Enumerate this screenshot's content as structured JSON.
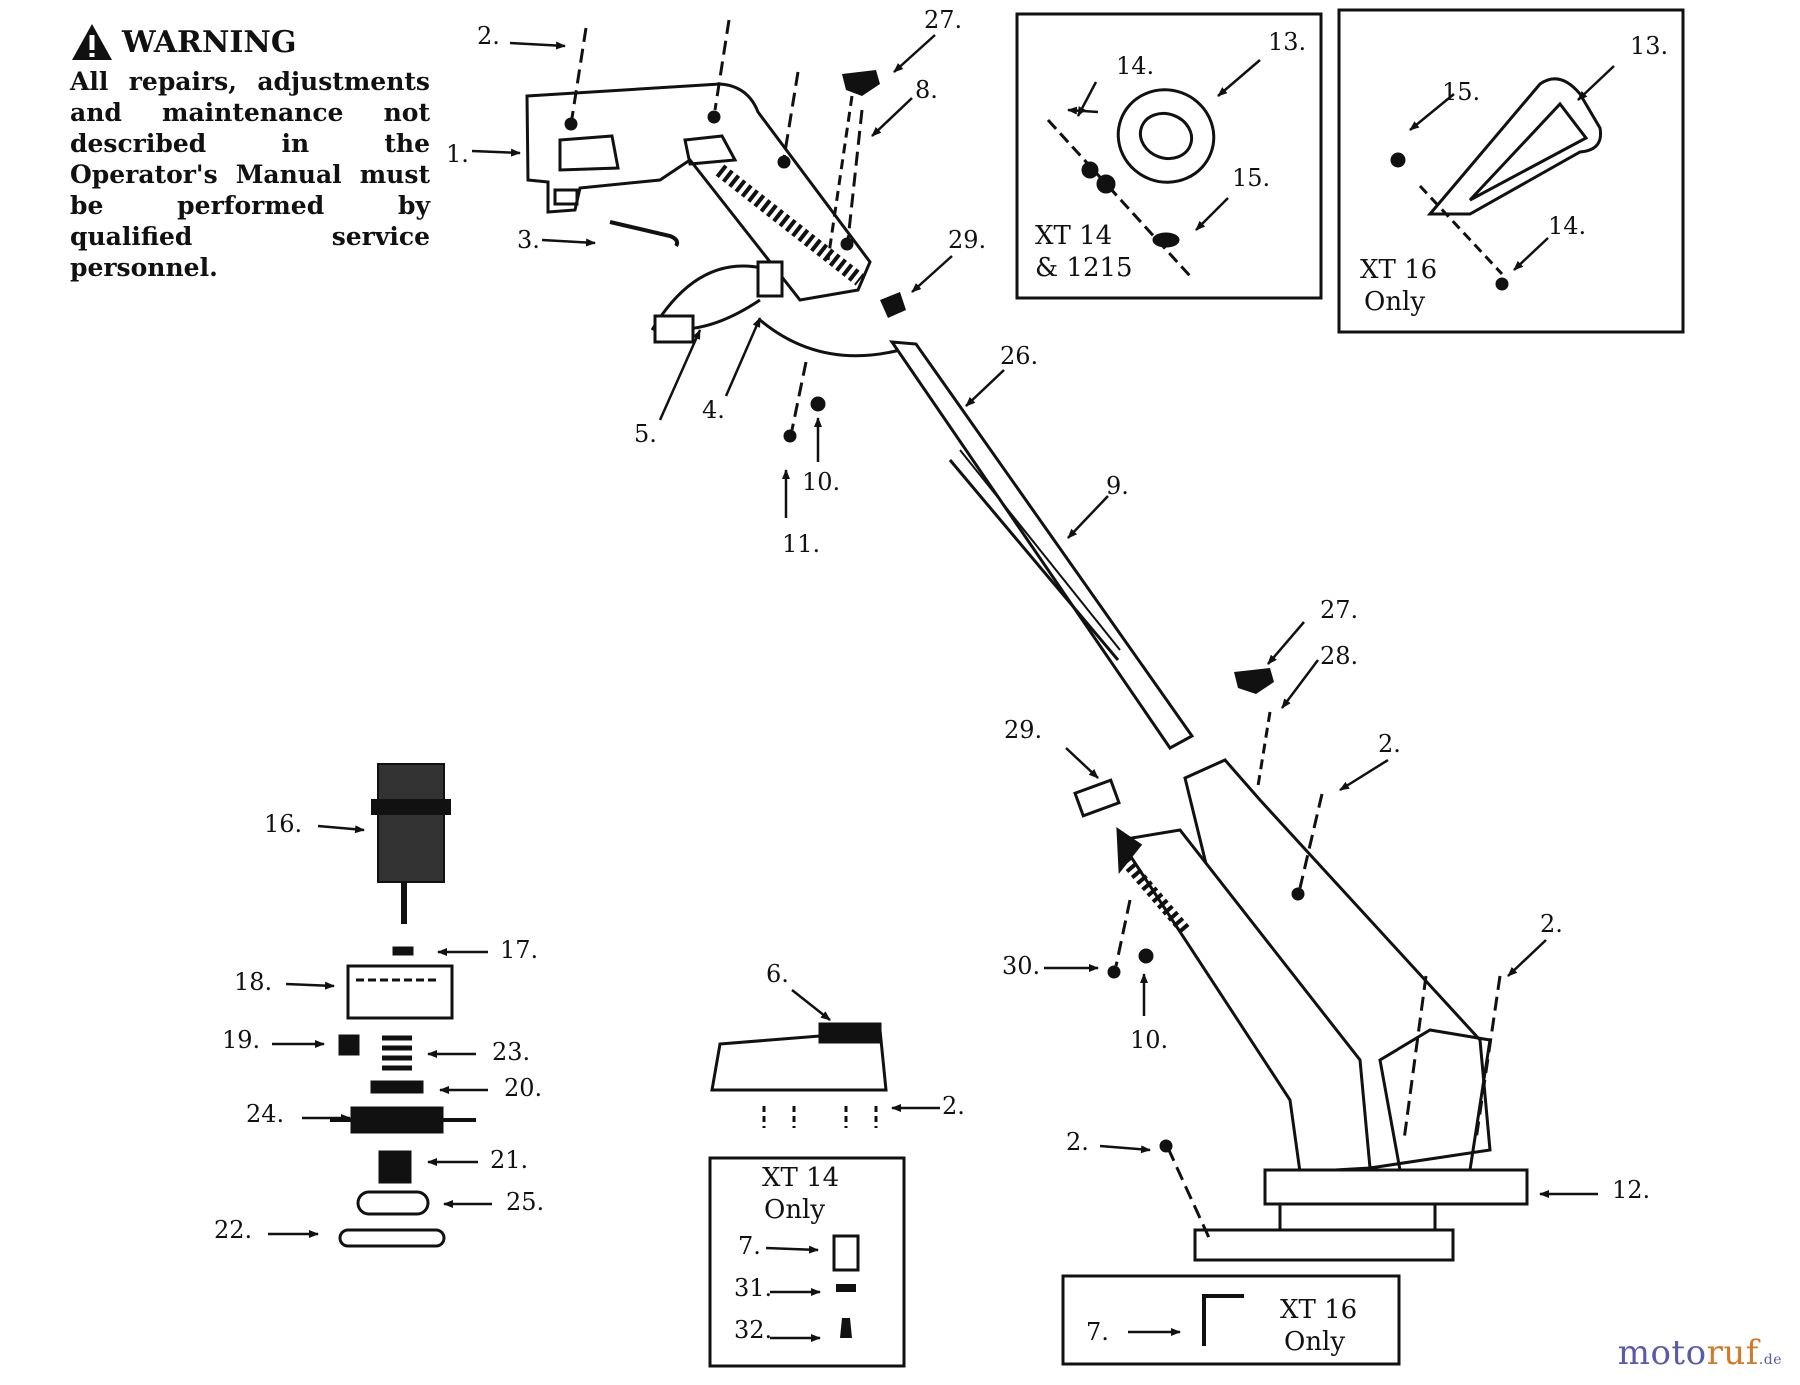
{
  "warning": {
    "title": "WARNING",
    "body": "All repairs, adjustments and maintenance not described in the Operator's Manual must be performed by qualified service personnel."
  },
  "callouts": [
    "1.",
    "2.",
    "3.",
    "4.",
    "5.",
    "6.",
    "7.",
    "8.",
    "9.",
    "10.",
    "11.",
    "12.",
    "13.",
    "14.",
    "15.",
    "16.",
    "17.",
    "18.",
    "19.",
    "20.",
    "21.",
    "22.",
    "23.",
    "24.",
    "25.",
    "26.",
    "27.",
    "28.",
    "29.",
    "30.",
    "31.",
    "32."
  ],
  "insets": {
    "xt14_1215": {
      "line1": "XT 14",
      "line2": "& 1215"
    },
    "xt16_only_top": {
      "line1": "XT 16",
      "line2": "Only"
    },
    "xt14_only": {
      "line1": "XT 14",
      "line2": "Only"
    },
    "xt16_only_bottom": {
      "line1": "XT 16",
      "line2": "Only"
    }
  },
  "watermark": {
    "a": "moto",
    "b": "ruf",
    "c": ".de"
  }
}
